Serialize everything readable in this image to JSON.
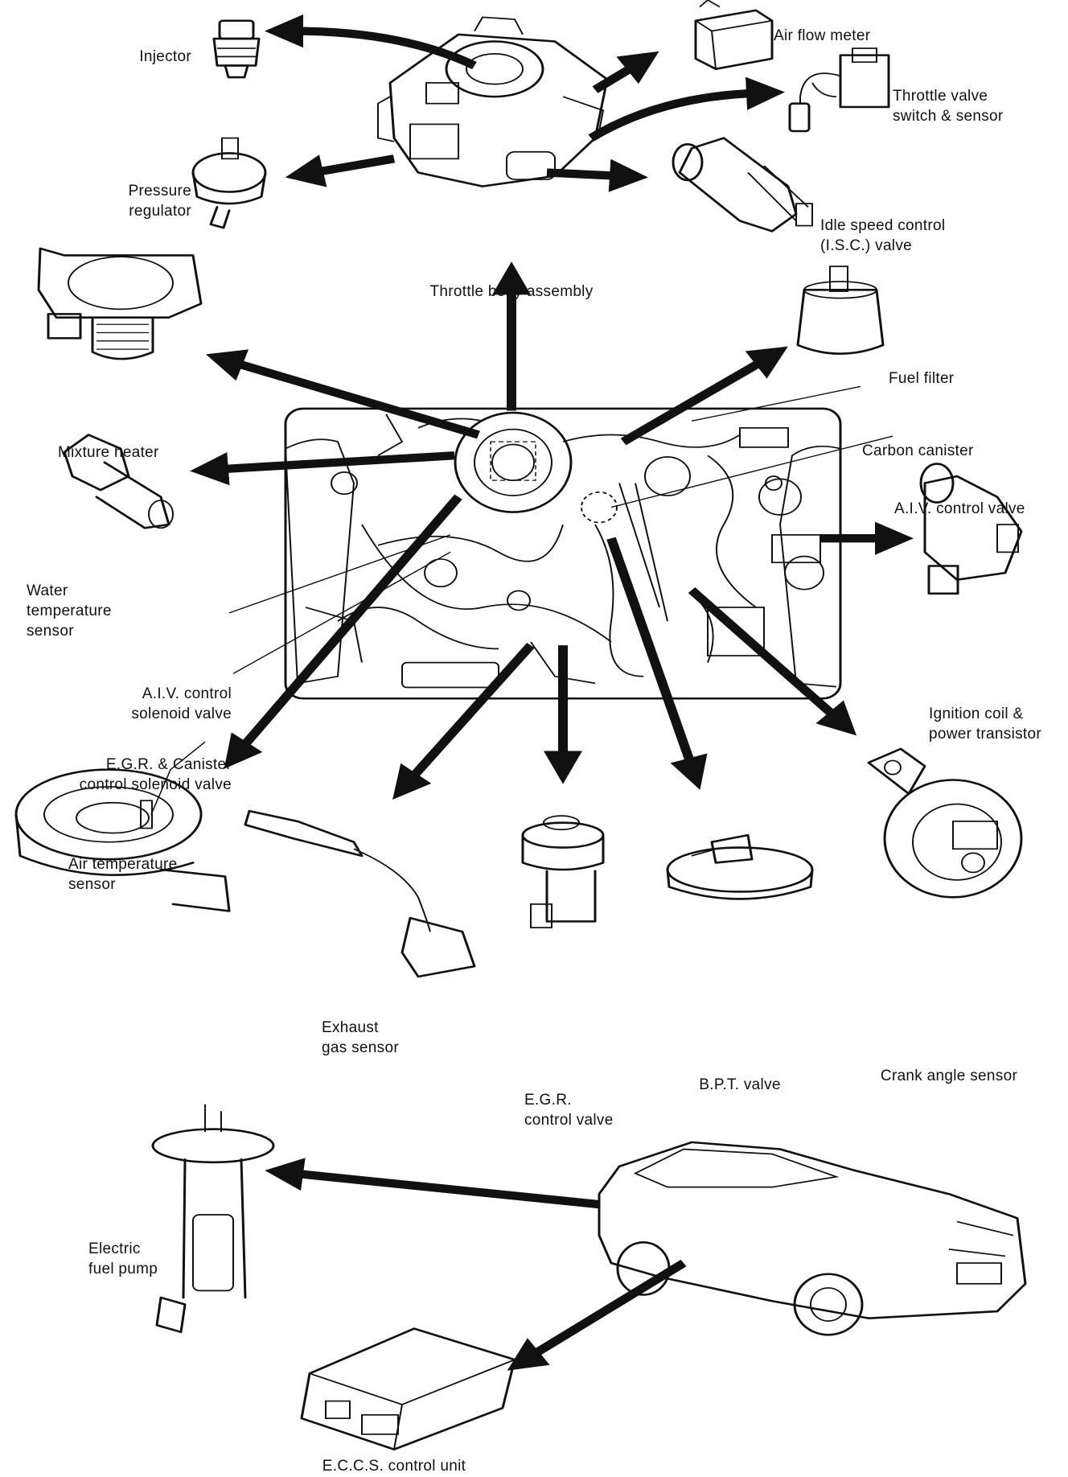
{
  "labels": {
    "injector": "Injector",
    "air_flow_meter": "Air flow meter",
    "throttle_valve_switch": "Throttle valve\nswitch & sensor",
    "pressure_regulator": "Pressure\nregulator",
    "isc_valve": "Idle speed control\n(I.S.C.) valve",
    "throttle_body": "Throttle body assembly",
    "mixture_heater": "Mixture heater",
    "fuel_filter": "Fuel filter",
    "carbon_canister": "Carbon canister",
    "aiv_control_valve": "A.I.V. control valve",
    "water_temp_sensor": "Water\ntemperature\nsensor",
    "ignition_coil": "Ignition coil &\npower transistor",
    "aiv_solenoid": "A.I.V. control\nsolenoid valve",
    "egr_canister_solenoid": "E.G.R. & Canister\ncontrol solenoid valve",
    "air_temp_sensor": "Air temperature\nsensor",
    "exhaust_gas_sensor": "Exhaust\ngas sensor",
    "egr_control_valve": "E.G.R.\ncontrol valve",
    "bpt_valve": "B.P.T. valve",
    "crank_angle_sensor": "Crank angle sensor",
    "electric_fuel_pump": "Electric\nfuel pump",
    "eccs_control_unit": "E.C.C.S. control unit"
  },
  "icons": [
    "engine-bay-illustration",
    "throttle-body-illustration",
    "vehicle-illustration"
  ],
  "colors": {
    "ink": "#111111",
    "background": "#ffffff"
  }
}
